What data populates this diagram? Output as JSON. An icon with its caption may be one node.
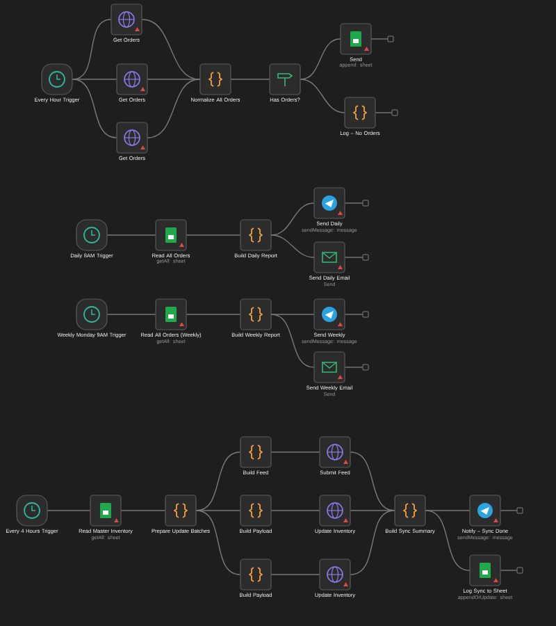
{
  "diagram": {
    "nodes": [
      {
        "text": [
          "Every Hour Trigger"
        ]
      },
      {
        "text": [
          "Get Orders"
        ]
      },
      {
        "text": [
          "Get Orders"
        ]
      },
      {
        "text": [
          "Get Orders"
        ]
      },
      {
        "text": [
          "Normalize All Orders"
        ]
      },
      {
        "text": [
          "Has Orders?"
        ]
      },
      {
        "text": [
          "Send"
        ],
        "beside": [
          "append: sheet"
        ]
      },
      {
        "text": [
          "Log – No Orders"
        ]
      },
      {
        "text": [
          "Daily 8AM Trigger"
        ]
      },
      {
        "text": [
          "Read All Orders"
        ],
        "beside": [
          "getAll: sheet"
        ]
      },
      {
        "text": [
          "Build Daily Report"
        ]
      },
      {
        "text": [
          "Send Daily"
        ],
        "beside": [
          "sendMessage: message"
        ]
      },
      {
        "text": [
          "Send Daily Email"
        ],
        "beside": [
          "Send"
        ]
      },
      {
        "text": [
          "Weekly Monday 9AM Trigger"
        ]
      },
      {
        "text": [
          "Read All Orders (Weekly)"
        ],
        "beside": [
          "getAll: sheet"
        ]
      },
      {
        "text": [
          "Build Weekly Report"
        ]
      },
      {
        "text": [
          "Send Weekly"
        ],
        "beside": [
          "sendMessage: message"
        ]
      },
      {
        "text": [
          "Send Weekly Email"
        ],
        "beside": [
          "Send"
        ]
      },
      {
        "text": [
          "Every 4 Hours Trigger"
        ]
      },
      {
        "text": [
          "Read Master Inventory"
        ],
        "beside": [
          "getAll: sheet"
        ]
      },
      {
        "text": [
          "Prepare Update Batches"
        ]
      },
      {
        "text": [
          "Build Feed"
        ]
      },
      {
        "text": [
          "Submit Feed"
        ]
      },
      {
        "text": [
          "Build Payload"
        ]
      },
      {
        "text": [
          "Update Inventory"
        ]
      },
      {
        "text": [
          "Build Payload"
        ]
      },
      {
        "text": [
          "Update Inventory"
        ]
      },
      {
        "text": [
          "Build Sync Summary"
        ]
      },
      {
        "text": [
          "Notify – Sync Done"
        ],
        "beside": [
          "sendMessage: message"
        ]
      },
      {
        "text": [
          "Log Sync to Sheet"
        ],
        "beside": [
          "appendOrUpdate: sheet"
        ]
      },
      {
        "text": [],
        "shape": "box"
      },
      {
        "text": [],
        "shape": "box"
      },
      {
        "text": [],
        "shape": "box"
      },
      {
        "text": [],
        "shape": "box"
      },
      {
        "text": [],
        "shape": "box"
      },
      {
        "text": [],
        "shape": "box"
      },
      {
        "text": [],
        "shape": "box"
      },
      {
        "text": [],
        "shape": "box"
      }
    ],
    "edges": [
      {
        "from": 0,
        "to": 1,
        "arrow": "none"
      },
      {
        "from": 0,
        "to": 2,
        "arrow": "none"
      },
      {
        "from": 0,
        "to": 3,
        "arrow": "none"
      },
      {
        "from": 1,
        "to": 4,
        "arrow": "none"
      },
      {
        "from": 2,
        "to": 4,
        "arrow": "none"
      },
      {
        "from": 3,
        "to": 4,
        "arrow": "none"
      },
      {
        "from": 4,
        "to": 5,
        "arrow": "none"
      },
      {
        "from": 5,
        "to": 6,
        "arrow": "none"
      },
      {
        "from": 5,
        "to": 7,
        "arrow": "none"
      },
      {
        "from": 6,
        "to": 30,
        "arrow": "none"
      },
      {
        "from": 7,
        "to": 31,
        "arrow": "none"
      },
      {
        "from": 8,
        "to": 9,
        "arrow": "none"
      },
      {
        "from": 9,
        "to": 10,
        "arrow": "none"
      },
      {
        "from": 10,
        "to": 11,
        "arrow": "none"
      },
      {
        "from": 10,
        "to": 12,
        "arrow": "none"
      },
      {
        "from": 11,
        "to": 32,
        "arrow": "none"
      },
      {
        "from": 12,
        "to": 33,
        "arrow": "none"
      },
      {
        "from": 13,
        "to": 14,
        "arrow": "none"
      },
      {
        "from": 14,
        "to": 15,
        "arrow": "none"
      },
      {
        "from": 15,
        "to": 16,
        "arrow": "none"
      },
      {
        "from": 15,
        "to": 17,
        "arrow": "none"
      },
      {
        "from": 16,
        "to": 34,
        "arrow": "none"
      },
      {
        "from": 17,
        "to": 35,
        "arrow": "none"
      },
      {
        "from": 18,
        "to": 19,
        "arrow": "none"
      },
      {
        "from": 19,
        "to": 20,
        "arrow": "none"
      },
      {
        "from": 20,
        "to": 21,
        "arrow": "none"
      },
      {
        "from": 20,
        "to": 23,
        "arrow": "none"
      },
      {
        "from": 20,
        "to": 25,
        "arrow": "none"
      },
      {
        "from": 21,
        "to": 22,
        "arrow": "none"
      },
      {
        "from": 23,
        "to": 24,
        "arrow": "none"
      },
      {
        "from": 25,
        "to": 26,
        "arrow": "none"
      },
      {
        "from": 22,
        "to": 27,
        "arrow": "none"
      },
      {
        "from": 24,
        "to": 27,
        "arrow": "none"
      },
      {
        "from": 26,
        "to": 27,
        "arrow": "none"
      },
      {
        "from": 27,
        "to": 28,
        "arrow": "none"
      },
      {
        "from": 27,
        "to": 29,
        "arrow": "none"
      },
      {
        "from": 28,
        "to": 36,
        "arrow": "none"
      },
      {
        "from": 29,
        "to": 37,
        "arrow": "none"
      }
    ]
  }
}
